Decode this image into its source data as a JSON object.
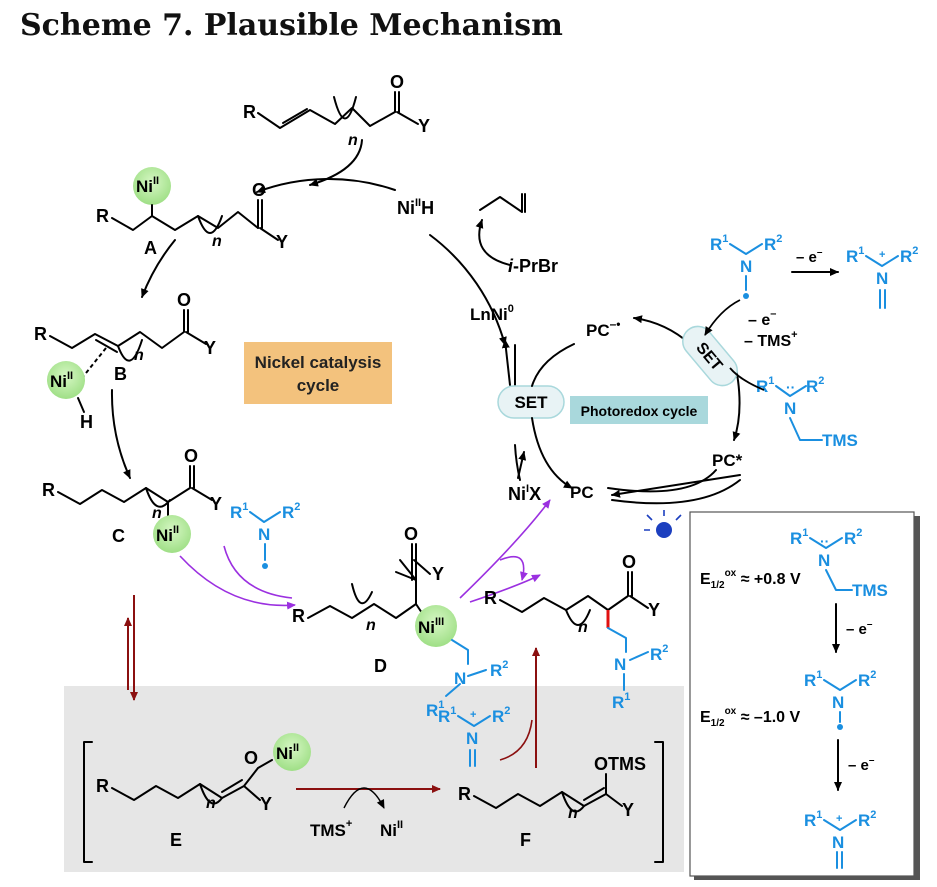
{
  "title": "Scheme 7. Plausible Mechanism",
  "colors": {
    "black": "#000000",
    "blue": "#1a8fe0",
    "purple": "#9b30e0",
    "darkred": "#8b1010",
    "ni_green": "#b6ec9c",
    "nickel_box": "#f3c27d",
    "photo_box": "#a9d8dc",
    "gray_panel": "#e6e6e6"
  },
  "labels": {
    "nickel_cycle_1": "Nickel catalysis",
    "nickel_cycle_2": "cycle",
    "photoredox": "Photoredox cycle",
    "set": "SET",
    "ni_h": "Ni",
    "ni_h_sup": "II",
    "ni_h_H": "H",
    "ipr": "i",
    "ipr_rest": "-PrBr",
    "lnni": "LnNi",
    "lnni_sup": "0",
    "nix": "Ni",
    "nix_sup": "I",
    "nix_X": "X",
    "pc_minus": "PC",
    "pc_star": "PC*",
    "pc": "PC",
    "minus_e": "– e",
    "minus_tms": "– TMS",
    "tms_plus": "TMS",
    "ni_ii": "Ni",
    "ni_ii_sup": "II",
    "ni_iii_sup": "III",
    "H": "H",
    "R": "R",
    "Y": "Y",
    "O": "O",
    "n": "n",
    "N": "N",
    "R1": "R",
    "R2": "R",
    "sup1": "1",
    "sup2": "2",
    "TMS": "TMS",
    "OTMS": "OTMS",
    "A": "A",
    "B": "B",
    "C": "C",
    "D": "D",
    "E": "E",
    "F": "F",
    "e_ox": "E",
    "e_sub": "1/2",
    "e_sup": "ox",
    "e_val1": "≈ +0.8 V",
    "e_val2": "≈ –1.0 V",
    "minus_e_plain": "– e"
  }
}
